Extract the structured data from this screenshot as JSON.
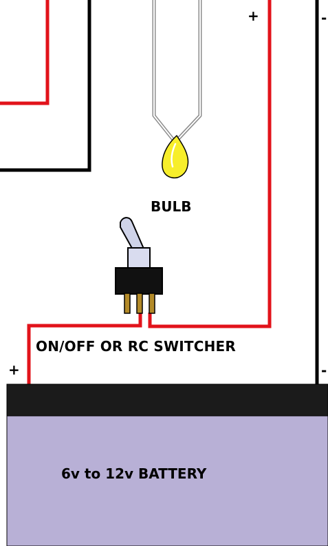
{
  "labels": {
    "bulb": "BULB",
    "switch": "ON/OFF OR RC SWITCHER",
    "battery": "6v to 12v BATTERY",
    "plus_top": "+",
    "minus_top": "-",
    "plus_bottom": "+",
    "minus_bottom": "-"
  },
  "colors": {
    "positive_wire": "#e2131b",
    "negative_wire": "#000000",
    "bulb_glow": "#f7ee2b",
    "battery_top": "#1b1b1b",
    "battery_body": "#b8b0d6",
    "switch_body": "#111111",
    "switch_collar": "#d9dcef",
    "switch_lever": "#cfd3e8",
    "switch_pins": "#b38a28"
  }
}
